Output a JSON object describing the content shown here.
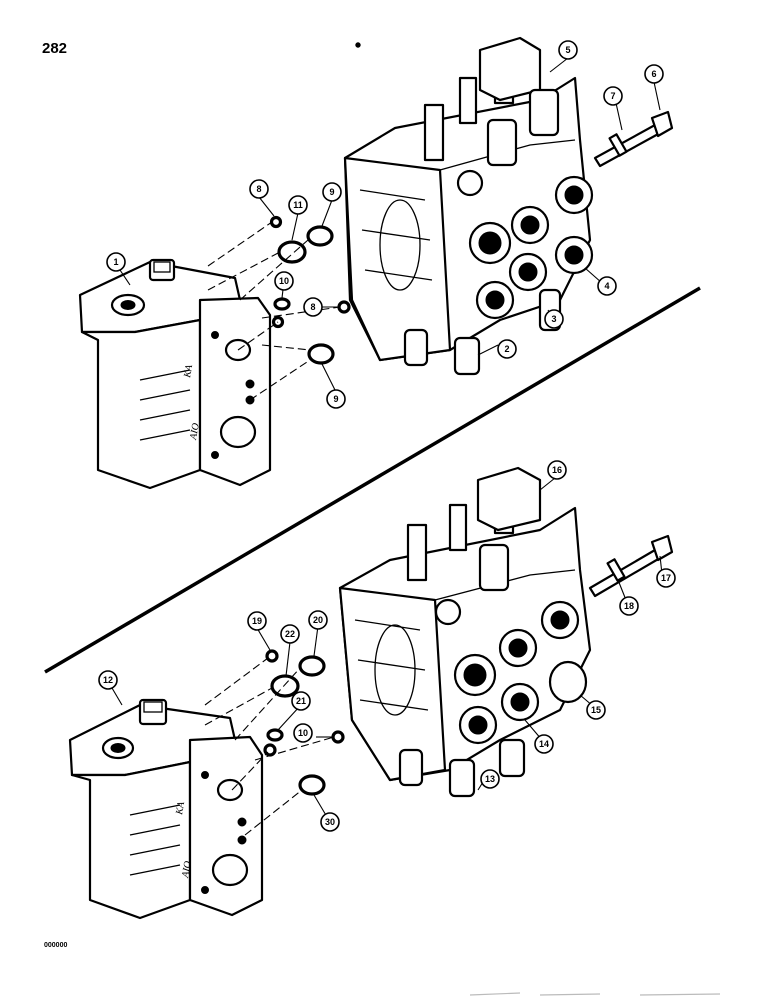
{
  "page": {
    "number": "282",
    "figure_code": "000000"
  },
  "casting_marks": [
    "KA",
    "AIO"
  ],
  "callouts_top": [
    "1",
    "2",
    "3",
    "4",
    "5",
    "6",
    "7",
    "8",
    "9",
    "10",
    "11",
    "8",
    "9"
  ],
  "callouts_bottom": [
    "12",
    "13",
    "14",
    "15",
    "16",
    "17",
    "18",
    "19",
    "20",
    "21",
    "10",
    "22",
    "30"
  ]
}
